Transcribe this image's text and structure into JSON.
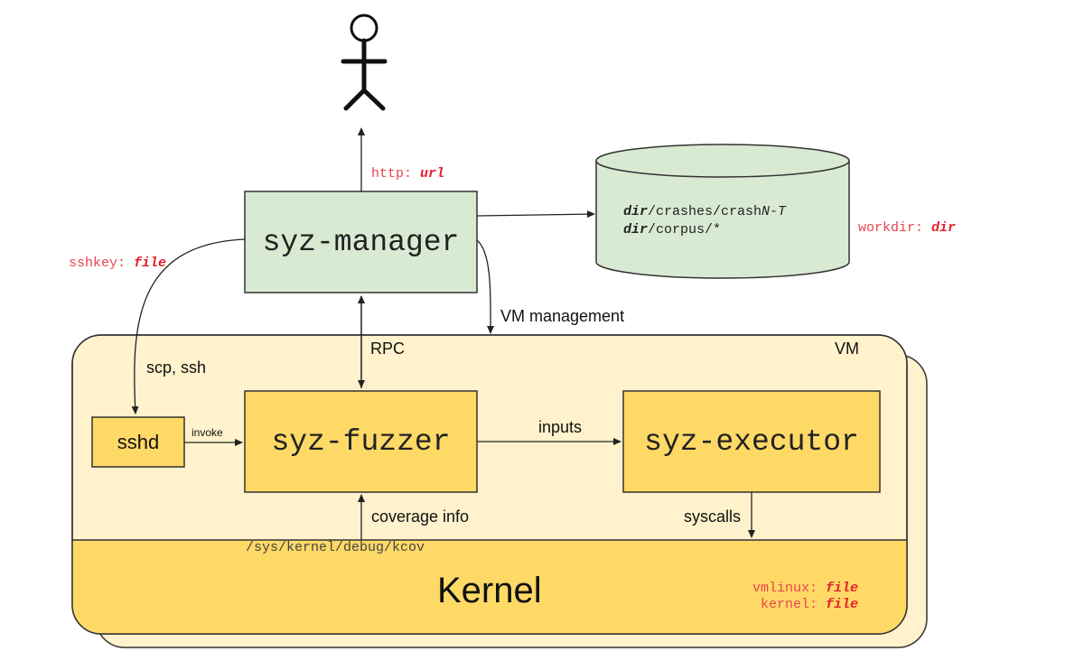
{
  "user": {
    "icon": "user-stick-figure-icon"
  },
  "manager": {
    "label": "syz-manager",
    "fill": "#d9ead3"
  },
  "http_config": {
    "key": "http: ",
    "value": "url"
  },
  "workdir": {
    "line1_dir": "dir",
    "line1_rest": "/crashes/crash",
    "line1_n": "N-T",
    "line2_dir": "dir",
    "line2_rest": "/corpus/*",
    "config_key": "workdir: ",
    "config_value": "dir",
    "fill": "#d9ead3"
  },
  "sshkey_config": {
    "key": "sshkey: ",
    "value": "file"
  },
  "edges": {
    "vm_management": "VM management",
    "rpc": "RPC",
    "scp_ssh": "scp, ssh",
    "invoke": "invoke",
    "inputs": "inputs",
    "coverage_info": "coverage info",
    "syscalls": "syscalls"
  },
  "vm": {
    "label": "VM",
    "fill": "#fff2cc"
  },
  "sshd": {
    "label": "sshd"
  },
  "fuzzer": {
    "label": "syz-fuzzer"
  },
  "executor": {
    "label": "syz-executor"
  },
  "kernel": {
    "label": "Kernel",
    "kcov_path": "/sys/kernel/debug/kcov",
    "vmlinux_key": "vmlinux: ",
    "vmlinux_value": "file",
    "kernel_key": "kernel: ",
    "kernel_value": "file",
    "fill": "#ffd966"
  },
  "colors": {
    "accent_red": "#e41e2b",
    "component_fill": "#ffd966",
    "stroke": "#333333"
  }
}
